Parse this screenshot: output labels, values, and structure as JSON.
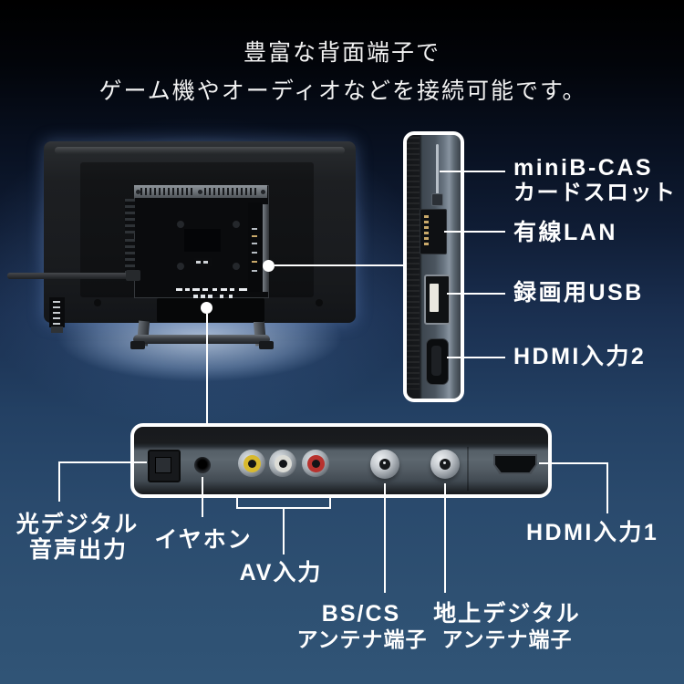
{
  "header": {
    "line1": "豊富な背面端子で",
    "line2": "ゲーム機やオーディオなどを接続可能です。"
  },
  "side_callouts": {
    "minib_cas": {
      "line1": "miniB-CAS",
      "line2": "カードスロット"
    },
    "lan": {
      "label": "有線LAN"
    },
    "usb": {
      "label": "録画用USB"
    },
    "hdmi2": {
      "label": "HDMI入力2"
    }
  },
  "bottom_callouts": {
    "optical": {
      "line1": "光デジタル",
      "line2": "音声出力"
    },
    "earphone": {
      "label": "イヤホン"
    },
    "av": {
      "label": "AV入力"
    },
    "bs_cs": {
      "line1": "BS/CS",
      "line2": "アンテナ端子"
    },
    "terrestrial": {
      "line1": "地上デジタル",
      "line2": "アンテナ端子"
    },
    "hdmi1": {
      "label": "HDMI入力1"
    }
  },
  "colors": {
    "background_bottom": "#305476",
    "label_text": "#ffffff",
    "callout_line": "#ffffff",
    "rca_yellow": "#d8b92e",
    "rca_white": "#dcdcd6",
    "rca_red": "#b8322e"
  }
}
